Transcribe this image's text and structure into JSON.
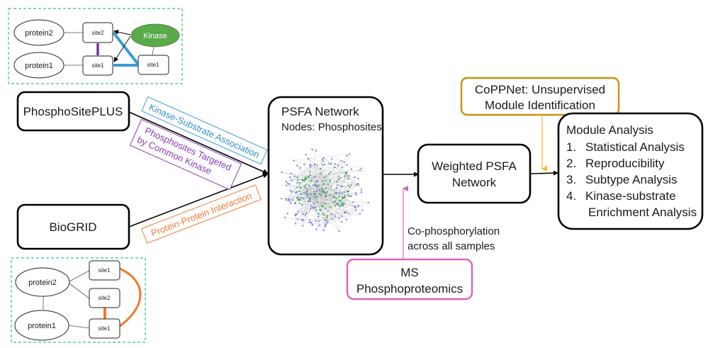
{
  "diagram": {
    "example_top": {
      "nodes": {
        "protein2": "protein2",
        "protein1": "protein1",
        "site2": "site2",
        "site1": "site1",
        "kinase": "Kinase",
        "kinase_site1": "site1"
      },
      "colors": {
        "kinase_fill": "#5aaa4a",
        "association_edge": "#3b9bd9",
        "common_kinase_edge": "#7b2fa0",
        "frame": "#2bc48a"
      }
    },
    "example_bottom": {
      "nodes": {
        "protein2": "protein2",
        "protein1": "protein1",
        "site1_top": "site1",
        "site2": "site2",
        "site1_bottom": "site1"
      },
      "colors": {
        "ppi_edge": "#f5782a",
        "frame": "#2bc48a"
      }
    },
    "sources": {
      "phosphositeplus": "PhosphoSitePLUS",
      "biogrid": "BioGRID"
    },
    "edge_labels": {
      "kinase_substrate": "Kinase-Substrate Association",
      "common_kinase_line1": "Phosphosites Targeted",
      "common_kinase_line2": "by Common Kinase",
      "ppi": "Protein-Protein Interaction"
    },
    "edge_label_colors": {
      "kinase_substrate": "#2f8fd0",
      "common_kinase": "#8a3db0",
      "ppi": "#f27c35"
    },
    "psfa": {
      "title": "PSFA Network",
      "subtitle": "Nodes: Phosphosites",
      "node_colors": {
        "a": "#2ea84a",
        "b": "#7a7ae6"
      }
    },
    "weighted": {
      "line1": "Weighted PSFA",
      "line2": "Network"
    },
    "coppnet": {
      "line1": "CoPPNet: Unsupervised",
      "line2": "Module Identification",
      "color": "#c8920e",
      "arrow_color": "#f5b820"
    },
    "module_analysis": {
      "title": "Module Analysis",
      "items": [
        {
          "num": "1.",
          "label": "Statistical Analysis"
        },
        {
          "num": "2.",
          "label": "Reproducibility"
        },
        {
          "num": "3.",
          "label": "Subtype Analysis"
        },
        {
          "num": "4.",
          "label": "Kinase-substrate"
        }
      ],
      "item4_line2": "Enrichment Analysis"
    },
    "co_phos": {
      "line1": "Co-phosphorylation",
      "line2": "across all samples"
    },
    "ms": {
      "line1": "MS",
      "line2": "Phosphoproteomics",
      "color": "#e060c0"
    }
  }
}
